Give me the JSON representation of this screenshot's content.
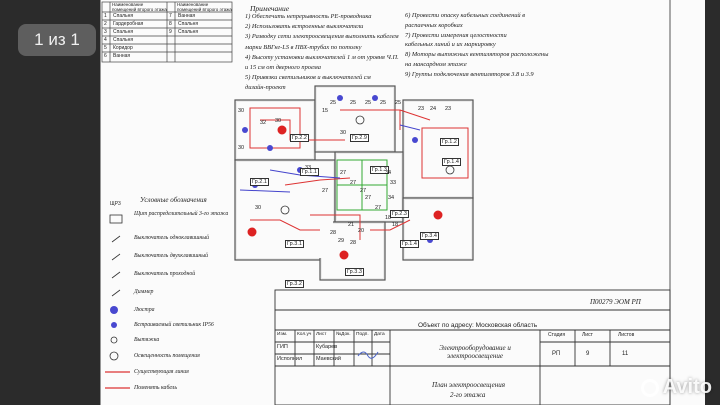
{
  "viewer": {
    "page_counter": "1 из 1"
  },
  "rooms_table": {
    "header_left": "Наименование помещений второго этажа",
    "header_right": "Наименование помещений второго этажа",
    "rows": [
      {
        "num": "1",
        "name": "Спальня",
        "num2": "7",
        "name2": "Ванная"
      },
      {
        "num": "2",
        "name": "Гардеробная",
        "num2": "8",
        "name2": "Спальня"
      },
      {
        "num": "3",
        "name": "Спальня",
        "num2": "9",
        "name2": "Спальня"
      },
      {
        "num": "4",
        "name": "Спальня",
        "num2": "",
        "name2": ""
      },
      {
        "num": "5",
        "name": "Коридор",
        "num2": "",
        "name2": ""
      },
      {
        "num": "6",
        "name": "Ванная",
        "num2": "",
        "name2": ""
      }
    ]
  },
  "notes": {
    "title": "Примечание",
    "left": [
      "1) Обеспечить непрерывность РЕ-проводника",
      "2) Использовать встроенные выключатели",
      "3) Разводку сети электроосвещения выполнить кабелем",
      "марки ВВГнг-LS  в ПВХ-трубах по потолку",
      "4) Высоту установки выключателей 1 м от уровня Ч.П.",
      "и 15 см от дверного проема",
      "5) Привязки светильников и выключателей см",
      "дизайн-проект"
    ],
    "right": [
      "6) Провести опаску кабельных соединений в",
      "распаечных коробках",
      "7) Провести измерения целостности",
      "кабельных линий и их маркировку",
      "8) Моторы вытяжных вентиляторов расположены",
      "на мансардном этаже",
      "9) Группы подключения вентиляторов 3.8 и 3.9"
    ]
  },
  "legend": {
    "title": "Условные обозначения",
    "items": [
      {
        "tag": "ЩР3",
        "label": "Щит распределительный 3-го этажа"
      },
      {
        "tag": "",
        "label": "Выключатель одноклавишный"
      },
      {
        "tag": "",
        "label": "Выключатель двухклавишный"
      },
      {
        "tag": "",
        "label": "Выключатель проходной"
      },
      {
        "tag": "",
        "label": "Диммер"
      },
      {
        "tag": "",
        "label": "Люстра"
      },
      {
        "tag": "",
        "label": "Встраиваемый светильник IP56"
      },
      {
        "tag": "",
        "label": "Вытяжка"
      },
      {
        "tag": "",
        "label": "Освещенность помещения"
      },
      {
        "tag": "",
        "label": "Существующая линия"
      },
      {
        "tag": "",
        "label": "Поменять кабель"
      }
    ]
  },
  "plan": {
    "group_labels": [
      "Гр.2.2",
      "Гр.2.9",
      "Гр.1.2",
      "Гр.1.4",
      "Гр.2.1",
      "Гр.1.3",
      "Гр.1.1",
      "Гр.3.4",
      "Гр.3.1",
      "Гр.1.4",
      "Гр.2.3",
      "Гр.3.3",
      "Гр.3.2"
    ],
    "circuit_numbers": [
      "30",
      "25",
      "25",
      "25",
      "25",
      "25",
      "23",
      "24",
      "23",
      "32",
      "30",
      "30",
      "15",
      "30",
      "30",
      "33",
      "27",
      "27",
      "27",
      "27",
      "27",
      "34",
      "33",
      "34",
      "28",
      "29",
      "28",
      "27",
      "18",
      "18",
      "21",
      "20"
    ]
  },
  "title_block": {
    "code": "П00279 ЭОМ РП",
    "object": "Объект по адресу: Московская область",
    "header_cells": [
      "Изм.",
      "Кол.уч",
      "Лист",
      "№Док.",
      "Подп.",
      "Дата"
    ],
    "rows": [
      {
        "role": "ГИП",
        "name": "Кубарев"
      },
      {
        "role": "Исполнил",
        "name": "Маевский"
      }
    ],
    "discipline": "Электрооборудование и электроосвещение",
    "stage_header": [
      "Стадия",
      "Лист",
      "Листов"
    ],
    "stage_values": [
      "РП",
      "9",
      "11"
    ],
    "sheet_title_1": "План электроосвещения",
    "sheet_title_2": "2-го этажа"
  },
  "watermark": {
    "text": "Avito"
  }
}
